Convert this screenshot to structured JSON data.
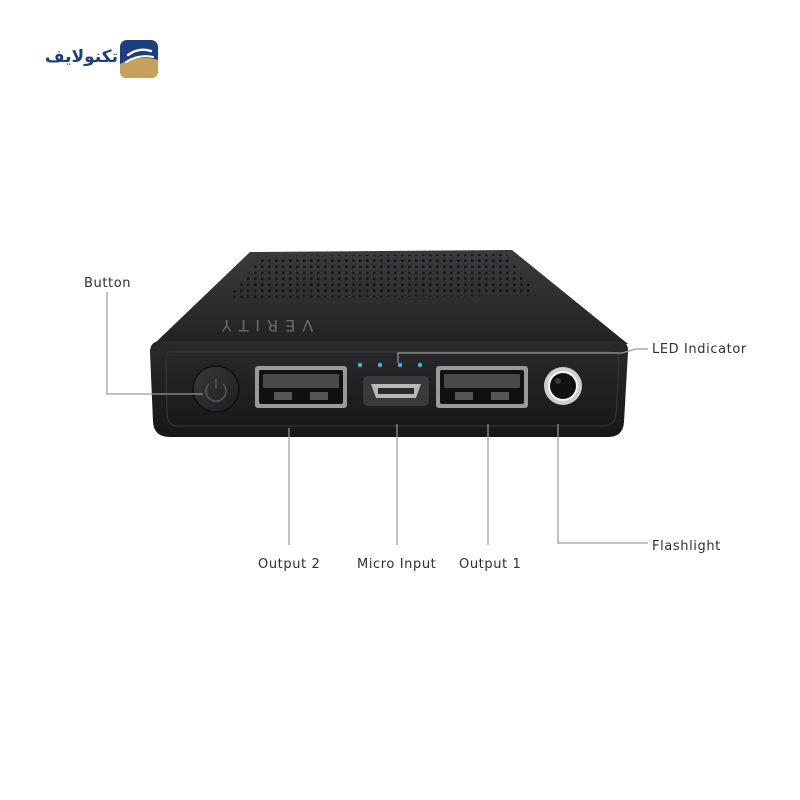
{
  "brand": {
    "name": "تکنولایف",
    "colors": {
      "blue": "#1b3f80",
      "gold": "#c6a15b"
    }
  },
  "product": {
    "engraved_brand": "VERITY",
    "body_color": "#2a2a2c",
    "led_color": "#35b7e8"
  },
  "labels": {
    "button": "Button",
    "led_indicator": "LED Indicator",
    "flashlight": "Flashlight",
    "output_2": "Output 2",
    "micro_input": "Micro Input",
    "output_1": "Output 1"
  }
}
